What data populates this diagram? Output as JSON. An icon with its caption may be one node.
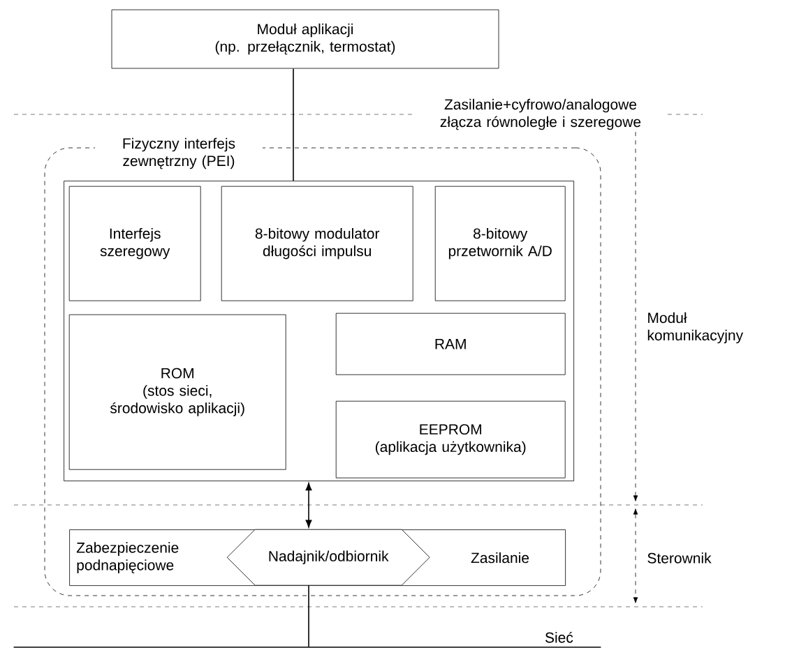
{
  "diagram": {
    "nodes": [
      {
        "text": [
          "Moduł aplikacji",
          "(np. przełącznik, termostat)"
        ]
      },
      {
        "text": [
          "Fizyczny interfejs zewnętrzny (PEI)"
        ]
      },
      {
        "text": [],
        "shape": "box",
        "in": 1
      },
      {
        "text": [
          "Interfejs szeregowy"
        ],
        "in": 2
      },
      {
        "text": [
          "8-bitowy modulator długości impulsu"
        ],
        "in": 2
      },
      {
        "text": [
          "8-bitowy przetwornik A/D"
        ],
        "in": 2
      },
      {
        "text": [
          "ROM",
          "(stos sieci, środowisko aplikacji)"
        ],
        "in": 2
      },
      {
        "text": [
          "RAM"
        ],
        "in": 2
      },
      {
        "text": [
          "EEPROM",
          "(aplikacja użytkownika)"
        ],
        "in": 2
      },
      {
        "text": [
          "Zabezpieczenie podnapięciowe",
          "Zasilanie"
        ],
        "in": 1
      },
      {
        "text": [
          "Nadajnik/odbiornik"
        ],
        "in": 9
      },
      {
        "text": [
          "Sieć"
        ]
      }
    ],
    "edges": [
      {
        "from": 0,
        "to": 2,
        "arrow": "none"
      },
      {
        "from": 2,
        "to": 10,
        "arrow": "both"
      },
      {
        "from": 10,
        "to": 11,
        "arrow": "none"
      }
    ],
    "labels": [
      "Zasilanie+cyfrowo/analogowe złącza równoległe i szeregowe",
      "Moduł komunikacyjny",
      "Sterownik"
    ]
  }
}
